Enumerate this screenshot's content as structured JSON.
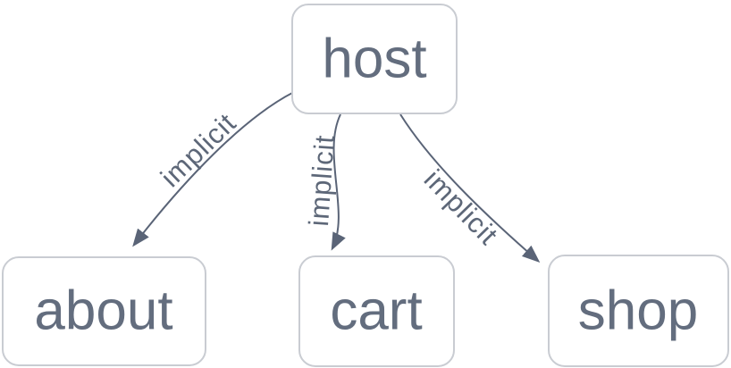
{
  "diagram": {
    "type": "node-link-graph",
    "background_color": "#ffffff",
    "colors": {
      "node_fill": "#ffffff",
      "node_border": "#c9ccd2",
      "node_text": "#636d7e",
      "edge_stroke": "#5a6477",
      "edge_label_text": "#5d6778"
    },
    "nodes": [
      {
        "id": "host",
        "label": "host"
      },
      {
        "id": "about",
        "label": "about"
      },
      {
        "id": "cart",
        "label": "cart"
      },
      {
        "id": "shop",
        "label": "shop"
      }
    ],
    "edges": [
      {
        "from": "host",
        "to": "about",
        "label": "implicit",
        "arrow": "to"
      },
      {
        "from": "host",
        "to": "cart",
        "label": "implicit",
        "arrow": "to"
      },
      {
        "from": "host",
        "to": "shop",
        "label": "implicit",
        "arrow": "to"
      }
    ]
  }
}
